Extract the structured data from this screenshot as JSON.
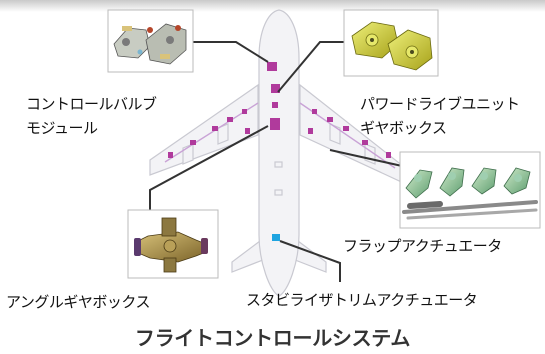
{
  "labels": {
    "control_valve_line1": "コントロールバルブ",
    "control_valve_line2": "モジュール",
    "pdu_gearbox_line1": "パワードライブユニット",
    "pdu_gearbox_line2": "ギヤボックス",
    "flap_actuator": "フラップアクチュエータ",
    "angle_gearbox": "アングルギヤボックス",
    "stabilizer_trim_actuator": "スタビライザトリムアクチュエータ"
  },
  "caption": "フライトコントロールシステム",
  "colors": {
    "aircraft_outline": "#c9c9d1",
    "aircraft_fill": "#f3f3f6",
    "component_marker": "#b03a9c",
    "stabilizer_marker": "#1ea4e0",
    "leader_line": "#333333"
  }
}
